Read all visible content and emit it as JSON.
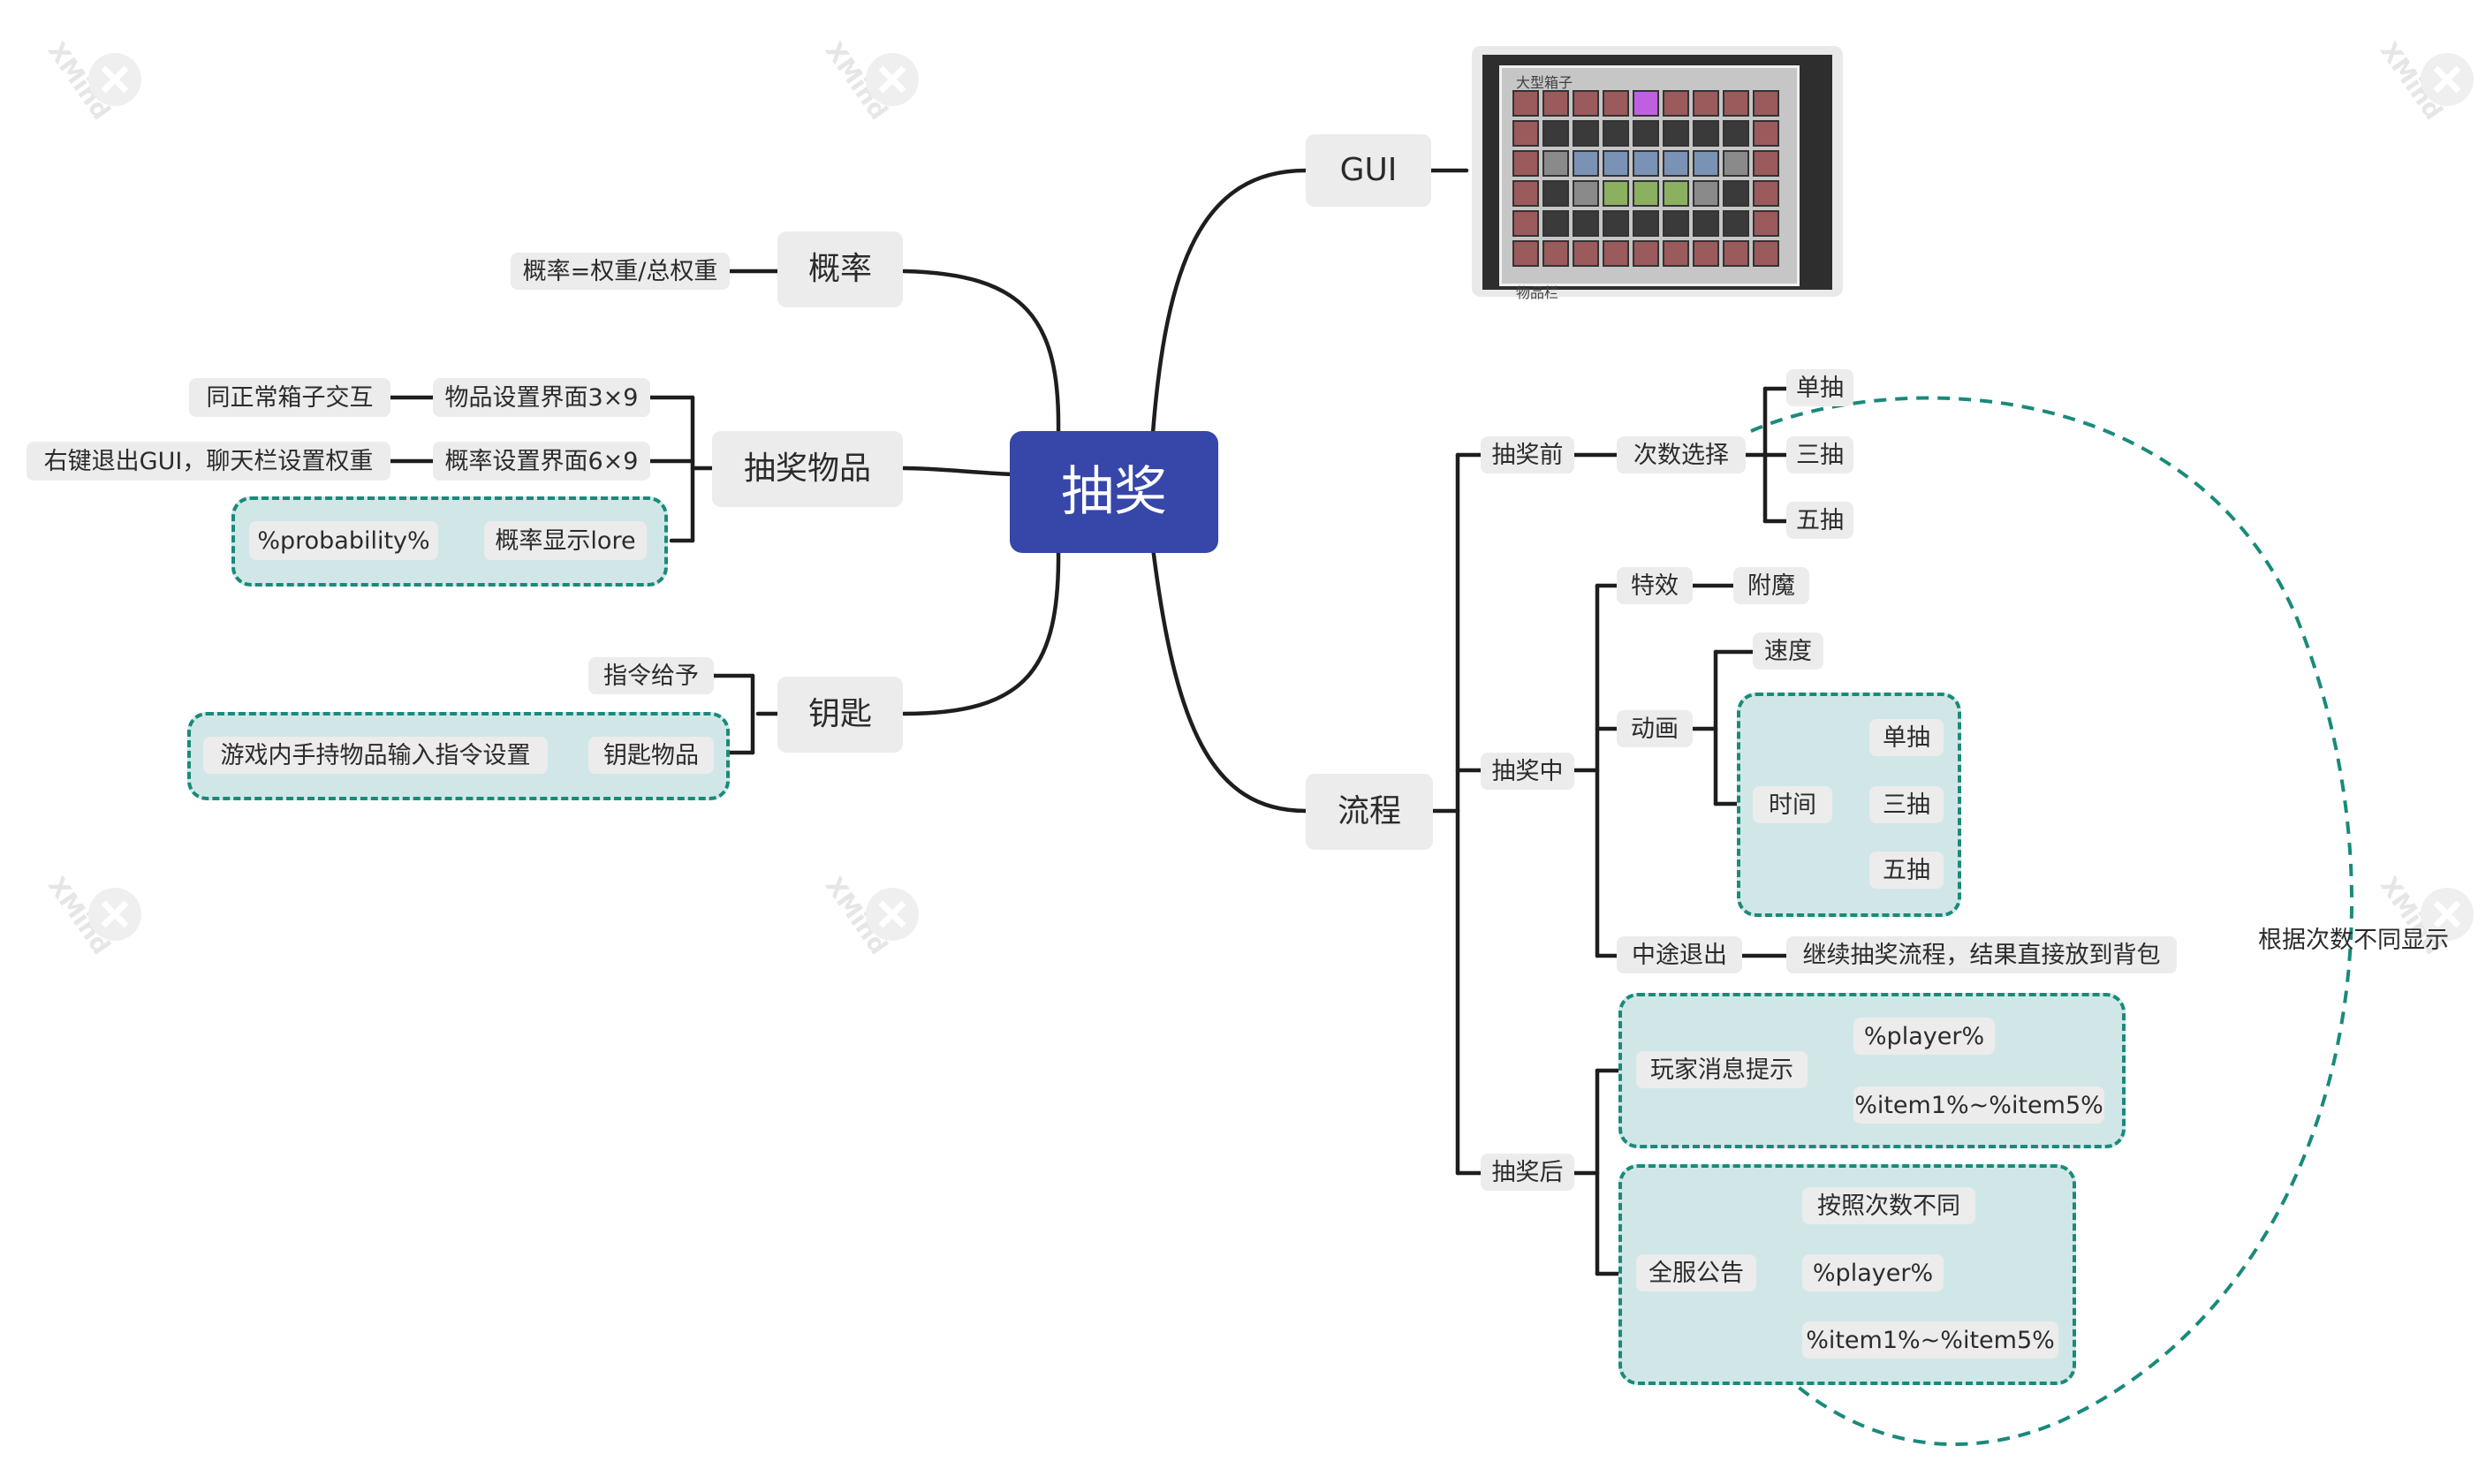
{
  "root": "抽奖",
  "branches": {
    "gui": "GUI",
    "probability": "概率",
    "prob_formula": "概率=权重/总权重",
    "items": "抽奖物品",
    "item_settings": "物品设置界面3×9",
    "item_settings_note": "同正常箱子交互",
    "prob_settings": "概率设置界面6×9",
    "prob_settings_note": "右键退出GUI，聊天栏设置权重",
    "prob_lore": "概率显示lore",
    "prob_lore_var": "%probability%",
    "key": "钥匙",
    "key_give": "指令给予",
    "key_item": "钥匙物品",
    "key_item_note": "游戏内手持物品输入指令设置",
    "flow": "流程",
    "before": "抽奖前",
    "count_select": "次数选择",
    "single": "单抽",
    "triple": "三抽",
    "five": "五抽",
    "during": "抽奖中",
    "effect": "特效",
    "enchant": "附魔",
    "animation": "动画",
    "speed": "速度",
    "time": "时间",
    "time_single": "单抽",
    "time_triple": "三抽",
    "time_five": "五抽",
    "quit": "中途退出",
    "quit_note": "继续抽奖流程，结果直接放到背包",
    "after": "抽奖后",
    "player_msg": "玩家消息提示",
    "player_var": "%player%",
    "item_var": "%item1%~%item5%",
    "broadcast": "全服公告",
    "by_count": "按照次数不同",
    "bc_player_var": "%player%",
    "bc_item_var": "%item1%~%item5%",
    "relation_label": "根据次数不同显示"
  },
  "gui_image": {
    "title": "大型箱子",
    "footer": "物品栏"
  },
  "watermark": "XMind",
  "colors": {
    "root_bg": "#3646a9",
    "node_bg": "#ececec",
    "region_bg": "#d1e7e7",
    "region_border": "#1a8a7a",
    "line": "#1e1e1e"
  }
}
